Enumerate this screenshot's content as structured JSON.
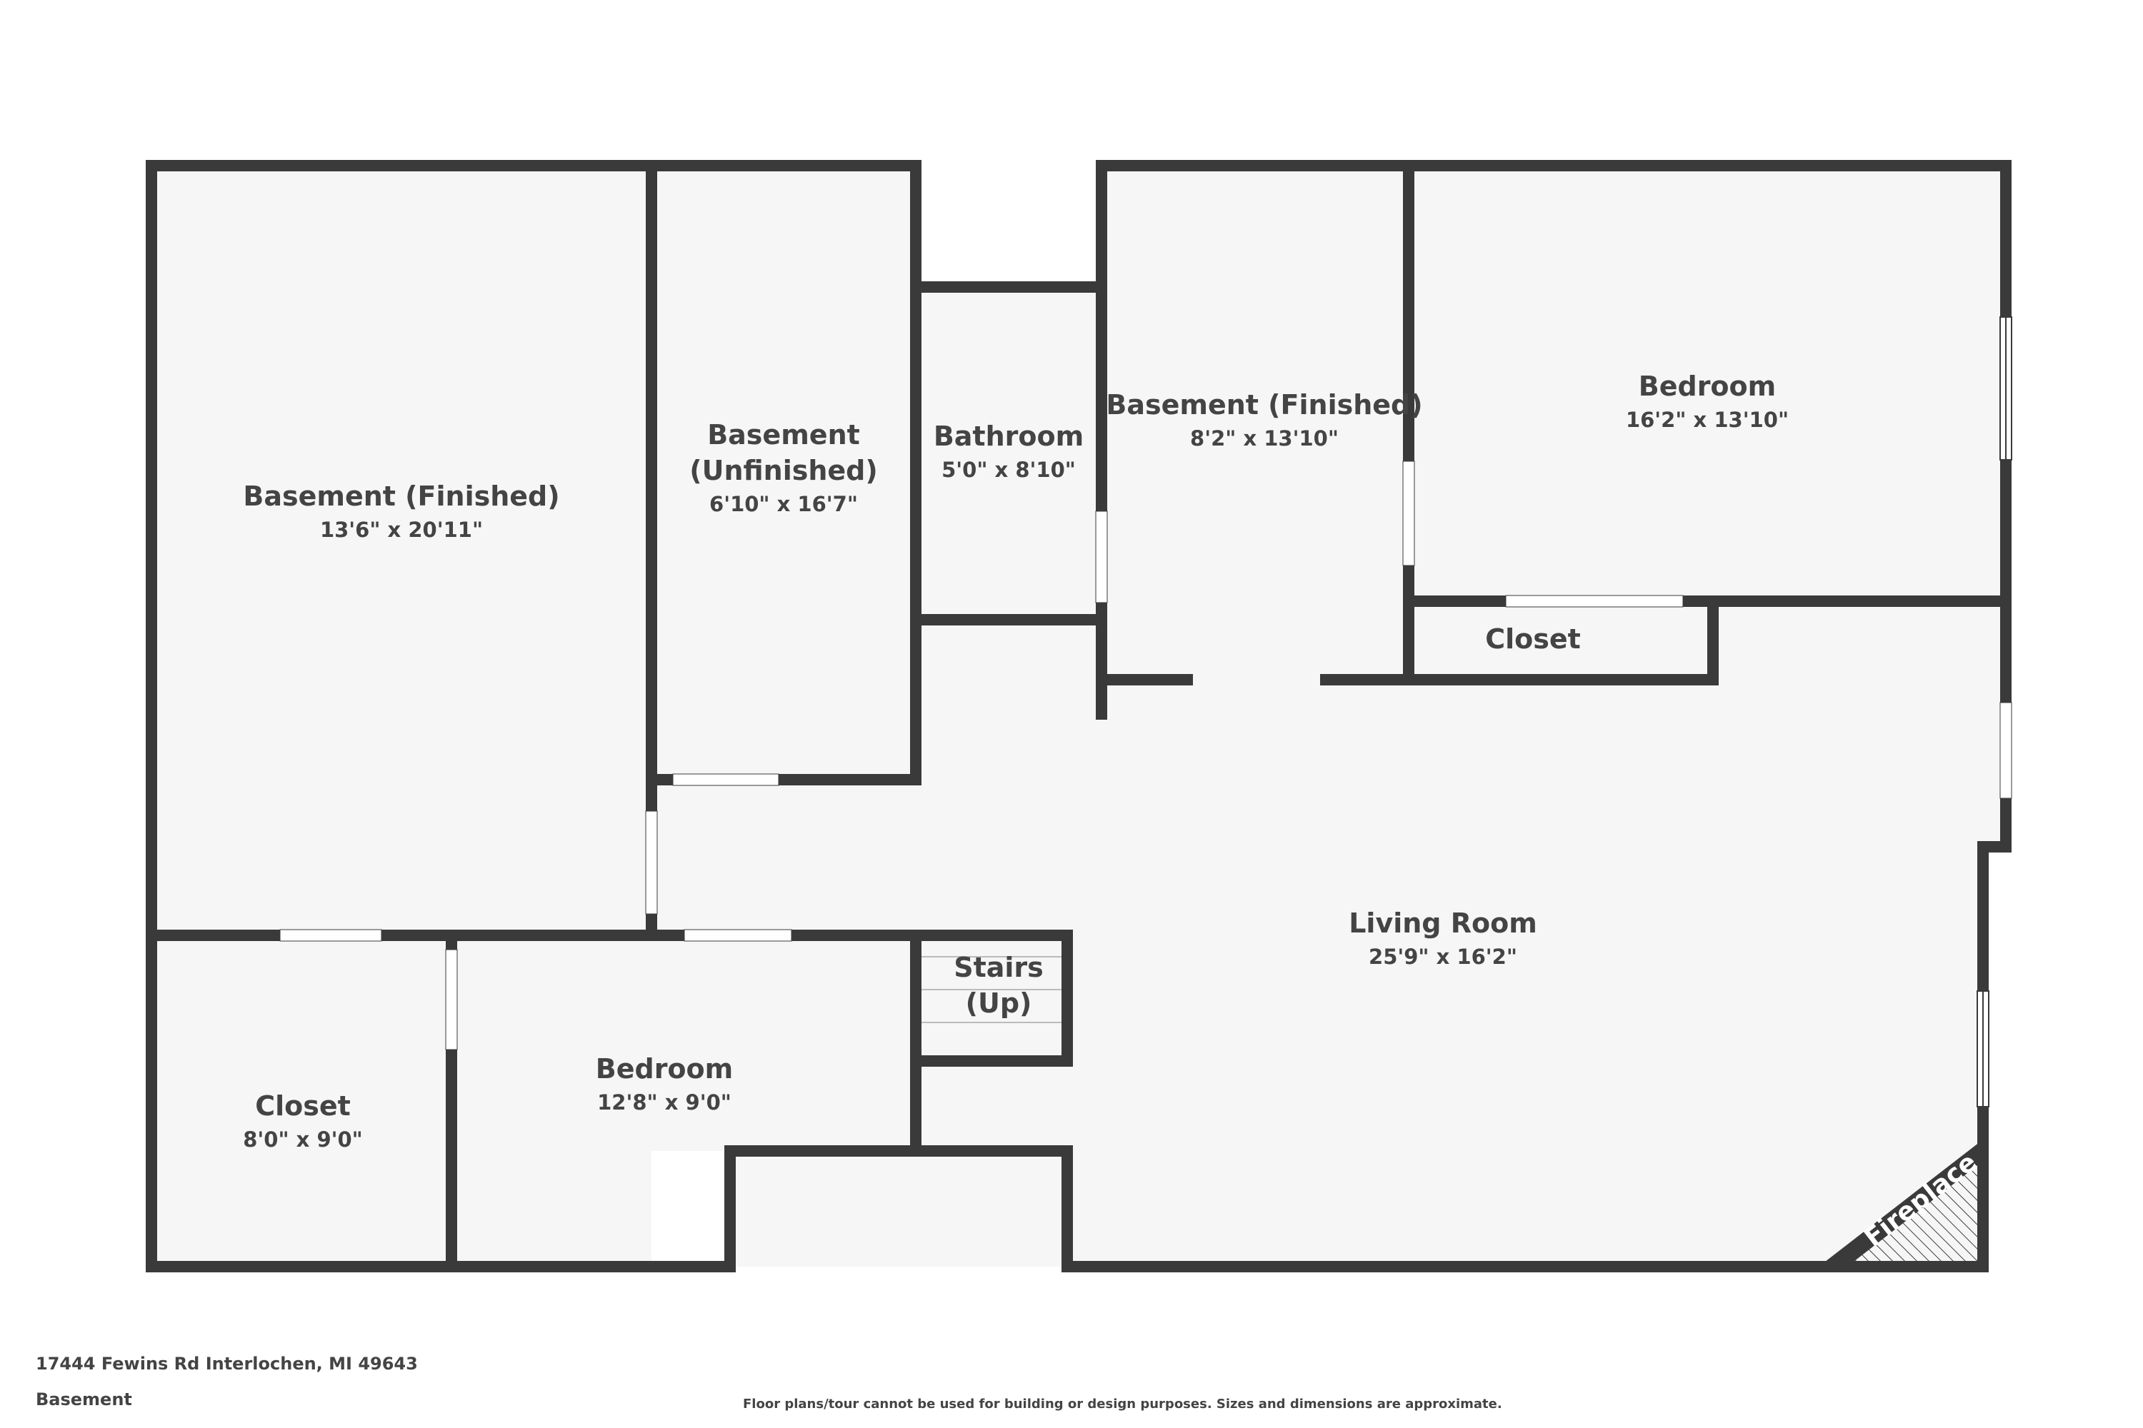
{
  "colors": {
    "wall": "#3a3a3a",
    "floor": "#f6f6f6",
    "text": "#444444",
    "opening": "#ffffff"
  },
  "rooms": {
    "basement_finished_west": {
      "name": "Basement (Finished)",
      "dims": "13'6\" x 20'11\""
    },
    "basement_unfinished": {
      "name_line1": "Basement",
      "name_line2": "(Unfinished)",
      "dims": "6'10\" x 16'7\""
    },
    "bathroom": {
      "name": "Bathroom",
      "dims": "5'0\" x 8'10\""
    },
    "basement_finished_east": {
      "name": "Basement (Finished)",
      "dims": "8'2\" x 13'10\""
    },
    "bedroom_east": {
      "name": "Bedroom",
      "dims": "16'2\" x 13'10\""
    },
    "closet_east": {
      "name": "Closet"
    },
    "living_room": {
      "name": "Living Room",
      "dims": "25'9\" x 16'2\""
    },
    "stairs": {
      "name_line1": "Stairs",
      "name_line2": "(Up)"
    },
    "bedroom_south": {
      "name": "Bedroom",
      "dims": "12'8\" x 9'0\""
    },
    "closet_west": {
      "name": "Closet",
      "dims": "8'0\" x 9'0\""
    },
    "fireplace": {
      "name": "Fireplace"
    }
  },
  "footer": {
    "address": "17444 Fewins Rd Interlochen, MI 49643",
    "level": "Basement",
    "disclaimer": "Floor plans/tour cannot be used for building or design purposes. Sizes and dimensions are approximate."
  }
}
